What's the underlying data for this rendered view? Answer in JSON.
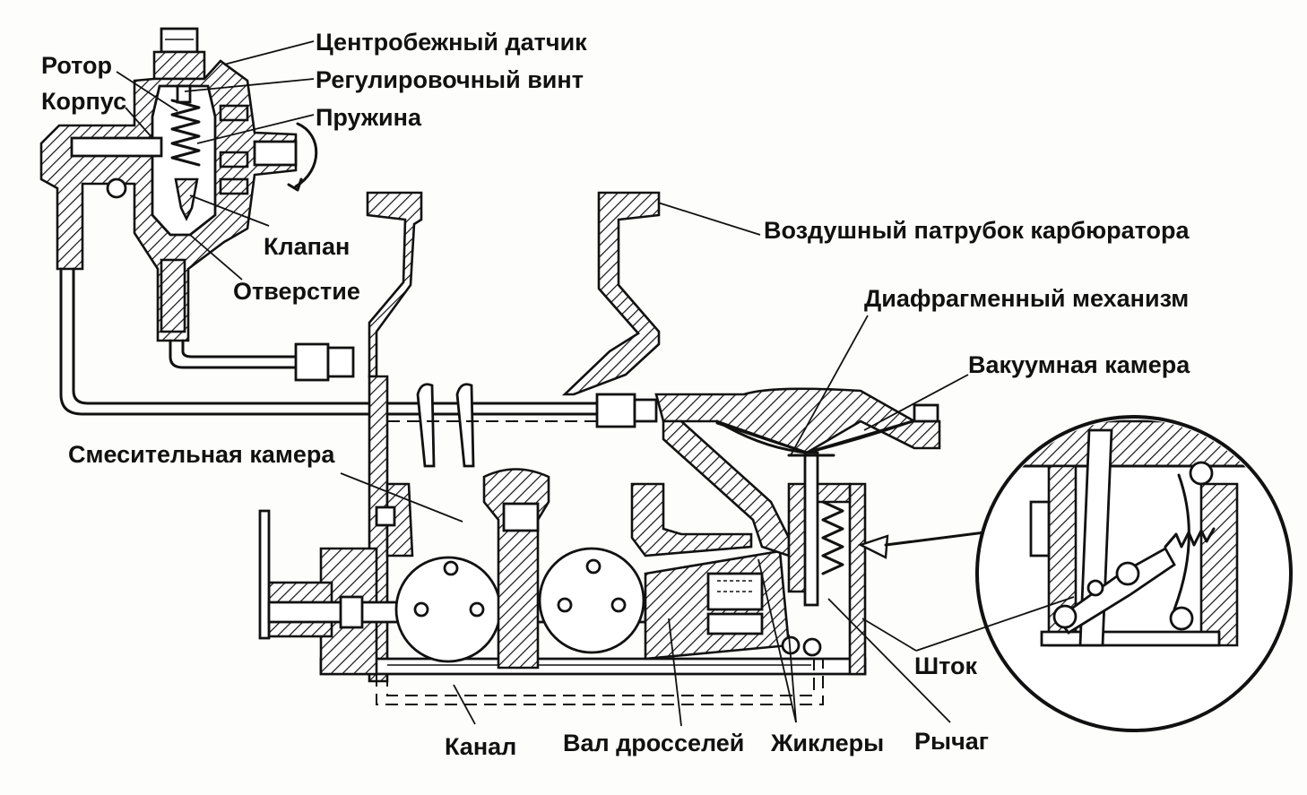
{
  "diagram": {
    "labels": {
      "centrifugal_sensor": "Центробежный датчик",
      "rotor": "Ротор",
      "adjusting_screw": "Регулировочный винт",
      "housing": "Корпус",
      "spring": "Пружина",
      "valve": "Клапан",
      "orifice": "Отверстие",
      "air_inlet": "Воздушный патрубок карбюратора",
      "diaphragm_mechanism": "Диафрагменный механизм",
      "vacuum_chamber": "Вакуумная камера",
      "mixing_chamber": "Смесительная камера",
      "rod": "Шток",
      "channel": "Канал",
      "throttle_shaft": "Вал дросселей",
      "jets": "Жиклеры",
      "lever": "Рычаг"
    }
  }
}
